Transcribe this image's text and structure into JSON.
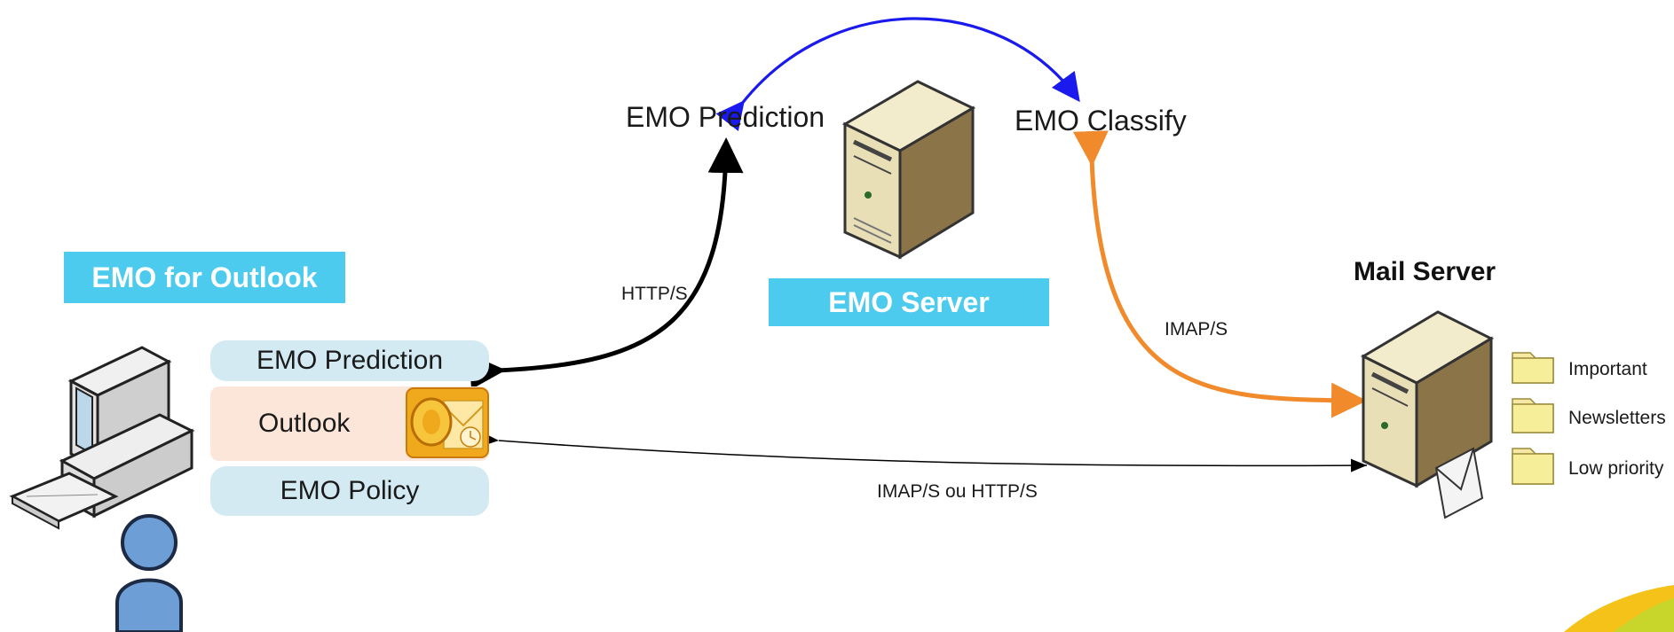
{
  "nodes": {
    "emo_prediction": "EMO Prediction",
    "emo_classify": "EMO Classify",
    "mail_server": "Mail Server"
  },
  "banners": {
    "emo_for_outlook": "EMO for Outlook",
    "emo_server": "EMO Server"
  },
  "client_stack": {
    "prediction": "EMO Prediction",
    "outlook": "Outlook",
    "policy": "EMO Policy"
  },
  "links": {
    "http": "HTTP/S",
    "imap": "IMAP/S",
    "imap_or_http": "IMAP/S ou HTTP/S"
  },
  "folders": [
    "Important",
    "Newsletters",
    "Low priority"
  ],
  "colors": {
    "banner": "#4ccbee",
    "arrow_blue": "#1a1aee",
    "arrow_orange": "#f08a2a",
    "arrow_black": "#000000"
  },
  "icons": [
    "server-icon",
    "mail-server-icon",
    "computer-icon",
    "user-icon",
    "outlook-icon",
    "folder-icon",
    "envelope-icon"
  ]
}
